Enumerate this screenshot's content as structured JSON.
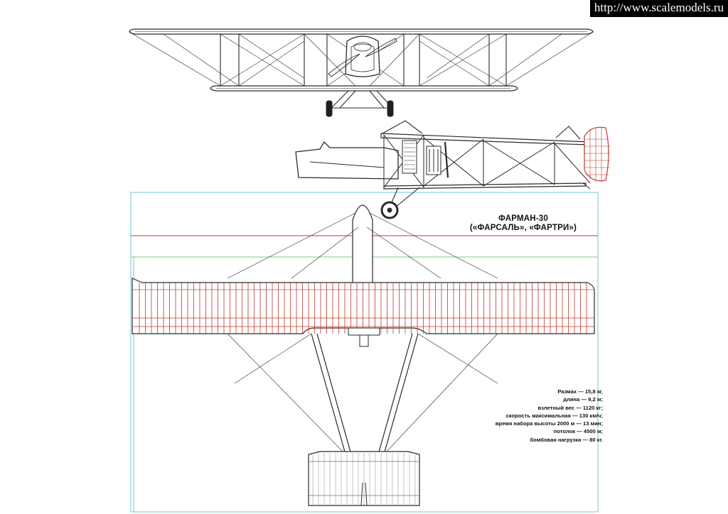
{
  "watermark": {
    "url": "http://www.scalemodels.ru"
  },
  "title": {
    "line1": "ФАРМАН-30",
    "line2": "(«ФАРСАЛЬ», «ФАРТРИ»)"
  },
  "specs": [
    "Размах — 15,8 м;",
    "длина — 9,2 м;",
    "взлетный вес — 1120 кг;",
    "скорость максимальная — 130 км/ч;",
    "время набора высоты 2000 м — 13 мин;",
    "потолок — 4500 м;",
    "бомбовая нагрузка — 80 кг."
  ],
  "colors": {
    "line": "#2a2a2a",
    "fabric_red": "#c0392b",
    "guide_cyan": "#6cc9d6",
    "guide_green": "#9ad49a",
    "guide_red": "#c0392b"
  },
  "views": [
    "front-view",
    "side-view",
    "plan-view"
  ]
}
